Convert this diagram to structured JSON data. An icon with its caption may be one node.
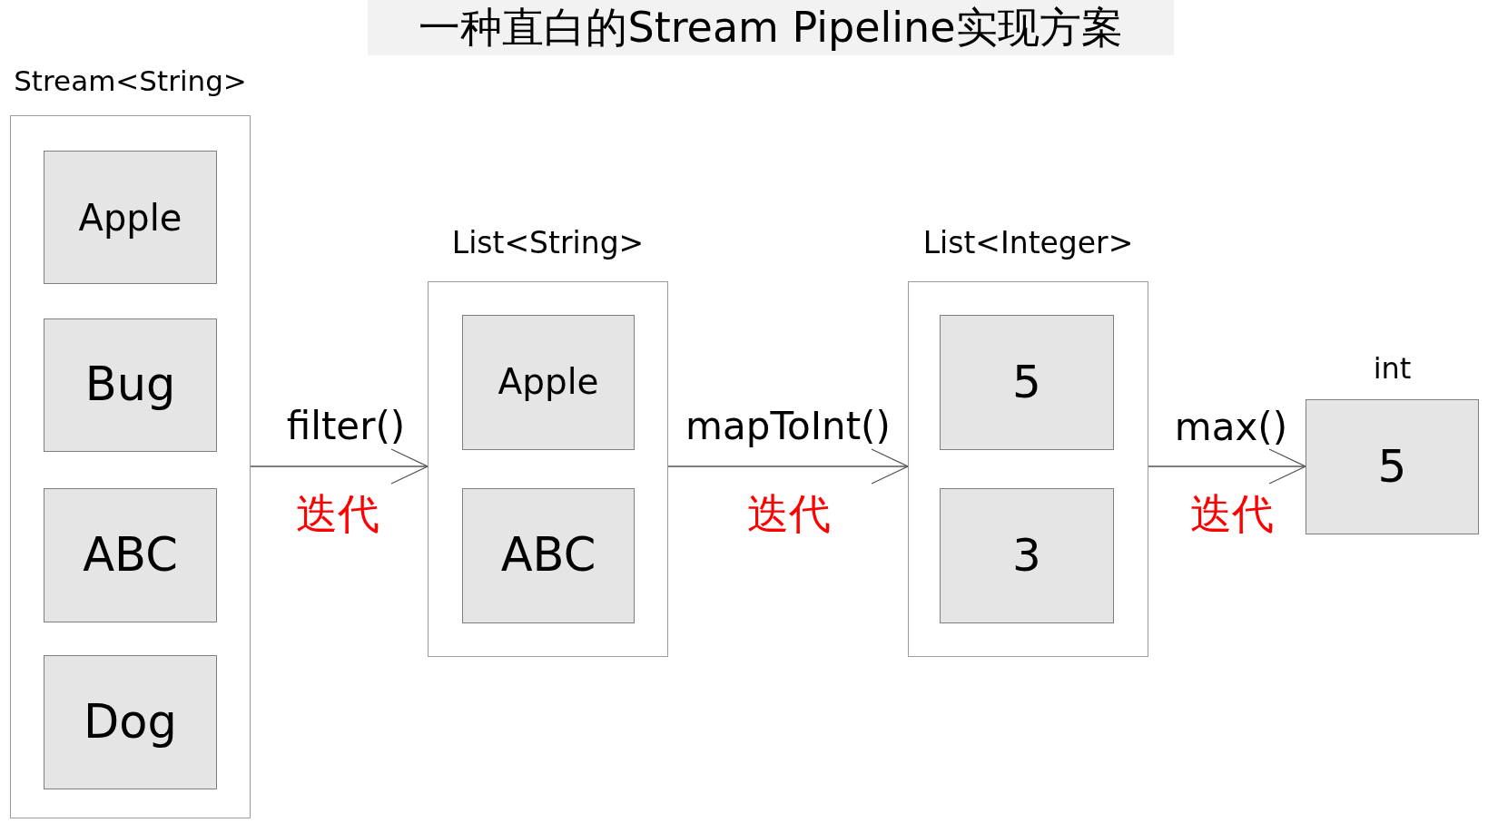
{
  "diagram": {
    "title": "一种直白的Stream Pipeline实现方案",
    "nodes": [
      {
        "text": [
          "Stream<String>"
        ]
      },
      {
        "text": [
          "Apple"
        ],
        "in": 0
      },
      {
        "text": [
          "Bug"
        ],
        "in": 0
      },
      {
        "text": [
          "ABC"
        ],
        "in": 0
      },
      {
        "text": [
          "Dog"
        ],
        "in": 0
      },
      {
        "text": [
          "List<String>"
        ]
      },
      {
        "text": [
          "Apple"
        ],
        "in": 5
      },
      {
        "text": [
          "ABC"
        ],
        "in": 5
      },
      {
        "text": [
          "List<Integer>"
        ]
      },
      {
        "text": [
          "5"
        ],
        "in": 8
      },
      {
        "text": [
          "3"
        ],
        "in": 8
      },
      {
        "text": [
          "int",
          "5"
        ]
      }
    ],
    "edges": [
      {
        "from": 0,
        "to": 5,
        "arrow": "to",
        "label": "filter()"
      },
      {
        "from": 5,
        "to": 8,
        "arrow": "to",
        "label": "mapToInt()"
      },
      {
        "from": 8,
        "to": 11,
        "arrow": "to",
        "label": "max()"
      }
    ],
    "labels": [
      "迭代",
      "迭代",
      "迭代"
    ]
  }
}
